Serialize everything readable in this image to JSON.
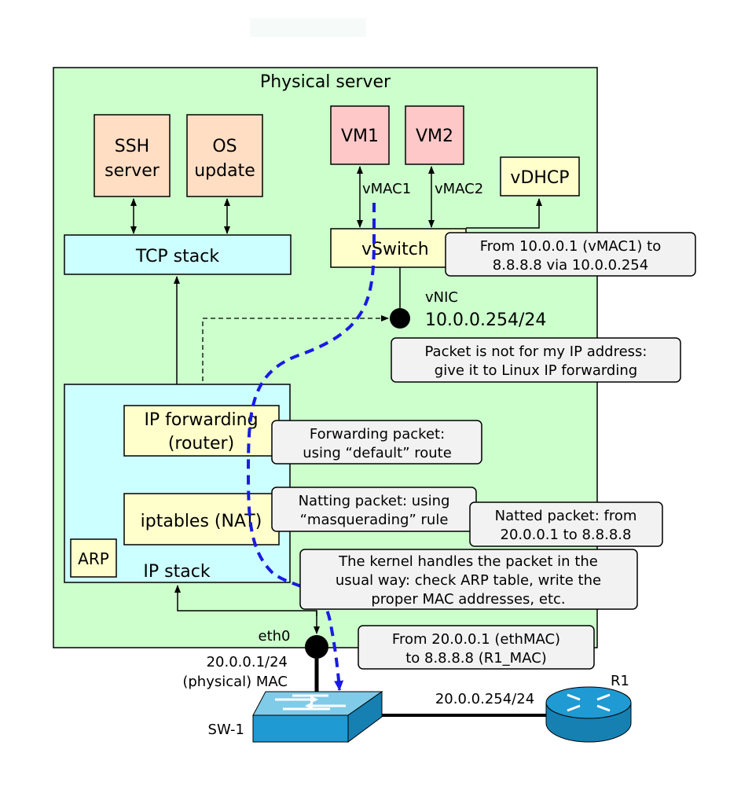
{
  "server": {
    "title": "Physical server"
  },
  "apps": {
    "ssh": [
      "SSH",
      "server"
    ],
    "os": [
      "OS",
      "update"
    ]
  },
  "tcp_stack": "TCP stack",
  "vms": {
    "vm1": "VM1",
    "vm2": "VM2"
  },
  "vdhcp": "vDHCP",
  "vswitch": "vSwitch",
  "vmac1": "vMAC1",
  "vmac2": "vMAC2",
  "vnic": {
    "label": "vNIC",
    "ip": "10.0.0.254/24"
  },
  "ip_stack": {
    "label": "IP stack",
    "forwarding": [
      "IP forwarding",
      "(router)"
    ],
    "nat": "iptables (NAT)",
    "arp": "ARP"
  },
  "eth0": {
    "label": "eth0",
    "ip": "20.0.0.1/24",
    "mac": "(physical) MAC"
  },
  "sw1": "SW-1",
  "r1": {
    "label": "R1",
    "ip": "20.0.0.254/24"
  },
  "callouts": {
    "from_vm": [
      "From 10.0.0.1 (vMAC1) to",
      "8.8.8.8 via 10.0.0.254"
    ],
    "not_for_me": [
      "Packet is not for my IP address:",
      "give it to Linux IP forwarding"
    ],
    "forwarding": [
      "Forwarding packet:",
      "using “default” route"
    ],
    "natting": [
      "Natting packet: using",
      "“masquerading” rule"
    ],
    "natted": [
      "Natted packet: from",
      "20.0.0.1 to 8.8.8.8"
    ],
    "kernel": [
      "The kernel handles the packet in the",
      "usual way: check ARP table, write the",
      "proper MAC addresses, etc."
    ],
    "from_eth": [
      "From 20.0.0.1 (ethMAC)",
      "to 8.8.8.8 (R1_MAC)"
    ]
  },
  "colors": {
    "server_bg": "#ccffcc",
    "app_bg": "#ffdec4",
    "stack_bg": "#ccffff",
    "vm_bg": "#ffc8c8",
    "yellow_bg": "#ffffcc",
    "callout_bg": "#f2f2f2",
    "packet_path": "#1a1ae6",
    "device_blue": "#1f9ad2"
  }
}
